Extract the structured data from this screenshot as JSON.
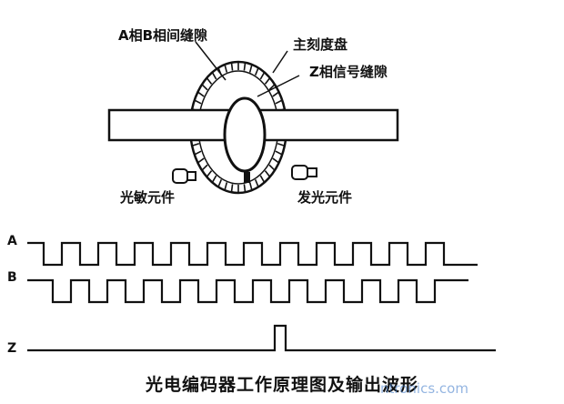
{
  "diagram": {
    "labels": {
      "ab_slits": "A相B相间缝隙",
      "main_disc": "主刻度盘",
      "z_slit": "Z相信号缝隙",
      "photo_element": "光敏元件",
      "emit_element": "发光元件"
    },
    "channels": {
      "a": "A",
      "b": "B",
      "z": "Z"
    },
    "caption": "光电编码器工作原理图及输出波形",
    "watermark": "ntronics.com"
  }
}
